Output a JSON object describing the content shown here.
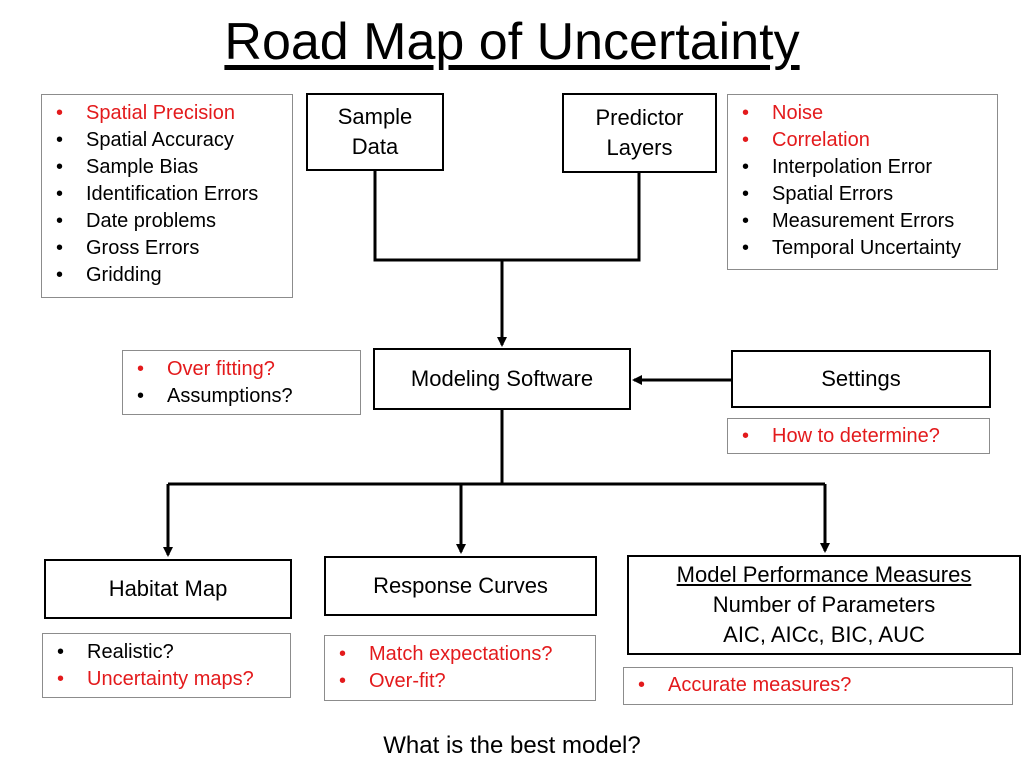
{
  "title": "Road Map of Uncertainty",
  "boxes": {
    "sample_data": {
      "line1": "Sample",
      "line2": "Data"
    },
    "predictor_layers": {
      "line1": "Predictor",
      "line2": "Layers"
    },
    "modeling_software": "Modeling Software",
    "settings": "Settings",
    "habitat_map": "Habitat Map",
    "response_curves": "Response Curves",
    "model_performance": {
      "heading": "Model Performance Measures",
      "line2": "Number of Parameters",
      "line3": "AIC, AICc, BIC, AUC"
    }
  },
  "notes": {
    "sample_issues": [
      {
        "text": "Spatial Precision",
        "color": "red"
      },
      {
        "text": "Spatial Accuracy",
        "color": "black"
      },
      {
        "text": "Sample Bias",
        "color": "black"
      },
      {
        "text": "Identification Errors",
        "color": "black"
      },
      {
        "text": "Date problems",
        "color": "black"
      },
      {
        "text": "Gross Errors",
        "color": "black"
      },
      {
        "text": "Gridding",
        "color": "black"
      }
    ],
    "predictor_issues": [
      {
        "text": "Noise",
        "color": "red"
      },
      {
        "text": "Correlation",
        "color": "red"
      },
      {
        "text": "Interpolation Error",
        "color": "black"
      },
      {
        "text": "Spatial Errors",
        "color": "black"
      },
      {
        "text": "Measurement Errors",
        "color": "black"
      },
      {
        "text": "Temporal Uncertainty",
        "color": "black"
      }
    ],
    "modeling_issues": [
      {
        "text": "Over fitting?",
        "color": "red"
      },
      {
        "text": "Assumptions?",
        "color": "black"
      }
    ],
    "settings_issues": [
      {
        "text": "How to determine?",
        "color": "red"
      }
    ],
    "habitat_issues": [
      {
        "text": "Realistic?",
        "color": "black"
      },
      {
        "text": "Uncertainty maps?",
        "color": "red"
      }
    ],
    "response_issues": [
      {
        "text": "Match expectations?",
        "color": "red"
      },
      {
        "text": "Over-fit?",
        "color": "red"
      }
    ],
    "performance_issues": [
      {
        "text": "Accurate measures?",
        "color": "red"
      }
    ]
  },
  "bullet": "•",
  "footer": "What is the best model?",
  "colors": {
    "red": "#e31a1c",
    "black": "#000000",
    "note_border": "#8c8c8c"
  }
}
